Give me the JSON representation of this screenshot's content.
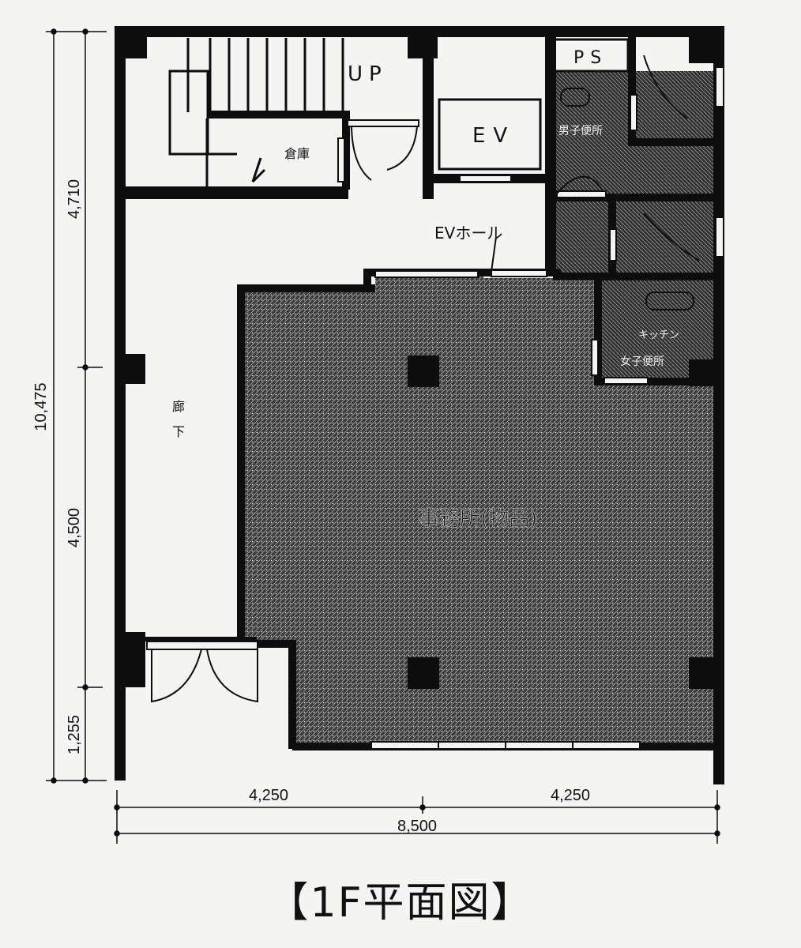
{
  "title": "【1F平面図】",
  "rooms": {
    "up": "UP",
    "storage": "倉庫",
    "ps": "PS",
    "ev": "EV",
    "mens_wc": "男子便所",
    "ev_hall": "EVホール",
    "kitchen": "キッチン",
    "ladies_wc": "女子便所",
    "corridor_a": "廊",
    "corridor_b": "下",
    "office": "事務所(物品)"
  },
  "dimensions": {
    "left_total": "10,475",
    "left_top": "4,710",
    "left_mid": "4,500",
    "left_bottom": "1,255",
    "bottom_left": "4,250",
    "bottom_right": "4,250",
    "bottom_total": "8,500"
  },
  "colors": {
    "wall": "#0d0d0d",
    "hatch_dark": "#2a2a2a",
    "hatch_light": "#8a8a8a",
    "background": "#f4f4f2"
  }
}
